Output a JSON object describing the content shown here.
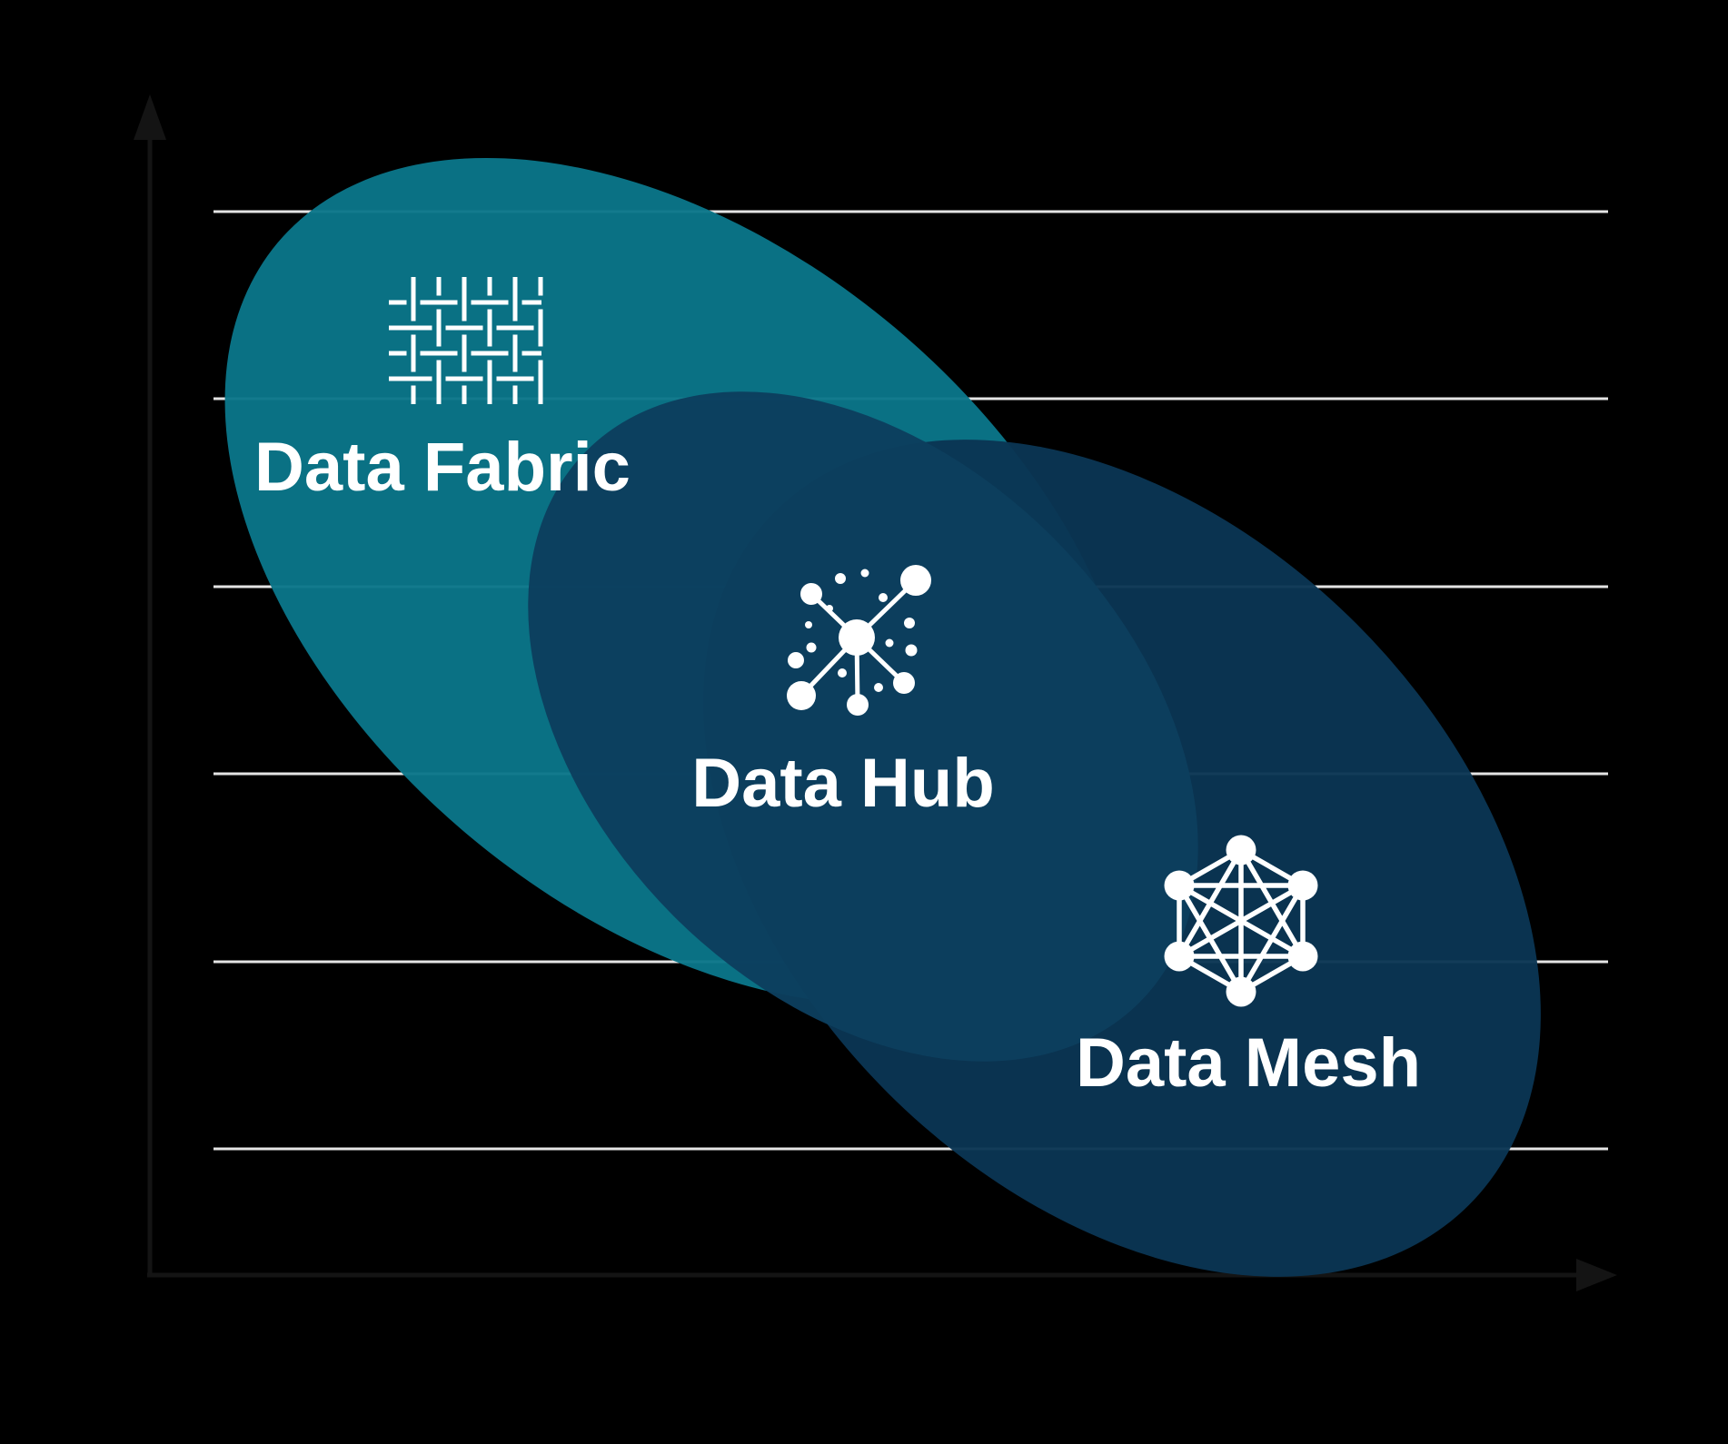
{
  "diagram": {
    "title_hint": "Data architecture concepts positioned on a chart",
    "background_color": "#000000",
    "axes": {
      "color": "#141414",
      "x_axis": "horizontal-arrow-axis",
      "y_axis": "vertical-arrow-axis"
    },
    "grid": {
      "color": "#e4e4e4",
      "line_count": 6
    },
    "label_color": "#ffffff",
    "icon_color": "#ffffff",
    "ellipses": [
      {
        "id": "fabric",
        "label": "Data Fabric",
        "icon": "weave-icon",
        "fill": "#0a7689"
      },
      {
        "id": "hub",
        "label": "Data Hub",
        "icon": "hub-network-icon",
        "fill": "#0c3e5e"
      },
      {
        "id": "mesh",
        "label": "Data Mesh",
        "icon": "mesh-network-icon",
        "fill": "#0a3553"
      }
    ]
  }
}
